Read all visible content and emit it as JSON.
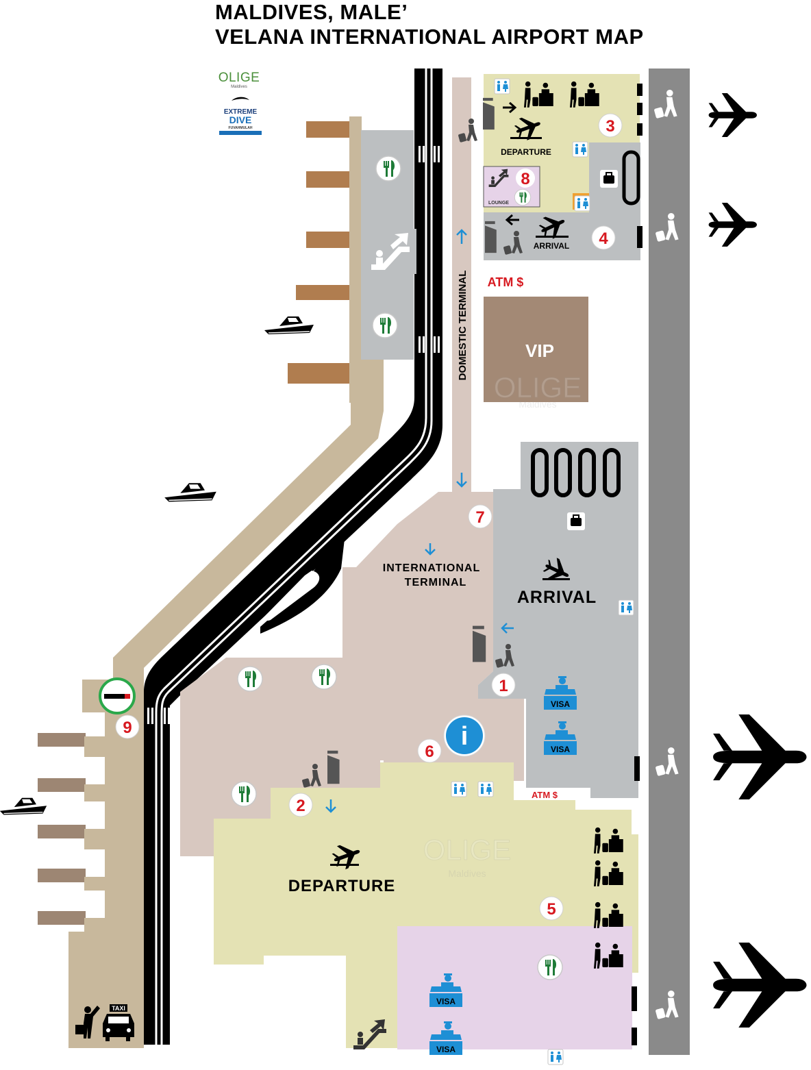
{
  "title": {
    "line1": "MALDIVES, MALE’",
    "line2": "VELANA INTERNATIONAL AIRPORT MAP"
  },
  "logos": {
    "olige": {
      "main": "OLIGE",
      "sub": "Maldives"
    },
    "extreme_dive": {
      "line1": "EXTREME",
      "line2": "DIVE",
      "line3": "FUVAHMULAH"
    }
  },
  "labels": {
    "domestic_terminal": "DOMESTIC TERMINAL",
    "international_terminal_1": "INTERNATIONAL",
    "international_terminal_2": "TERMINAL",
    "arrival_main": "ARRIVAL",
    "departure_main": "DEPARTURE",
    "domestic_departure": "DEPARTURE",
    "domestic_arrival": "ARRIVAL",
    "vip": "VIP",
    "atm_top": "ATM $",
    "atm_bottom": "ATM $",
    "lounge": "LOUNGE",
    "visa": "VISA",
    "taxi": "TAXI"
  },
  "markers": [
    "1",
    "2",
    "3",
    "4",
    "5",
    "6",
    "7",
    "8",
    "9"
  ],
  "icons": {
    "info": "i"
  },
  "colors": {
    "marker_number": "#d71920",
    "atm_text": "#d71920",
    "departure_area": "#e4e2b4",
    "arrival_area": "#bcbfc1",
    "international_terminal": "#d8c8c0",
    "walkway": "#c8b89c",
    "pier": "#b07d4f",
    "road": "#000000",
    "runway": "#8a8a8a",
    "vip_box": "#a38975",
    "lounge_box": "#e6d3e8",
    "visa_blue": "#1e8fd5",
    "restaurant_green": "#1e7b37",
    "info_blue": "#1e8fd5",
    "arrow_blue": "#1e8fd5"
  }
}
